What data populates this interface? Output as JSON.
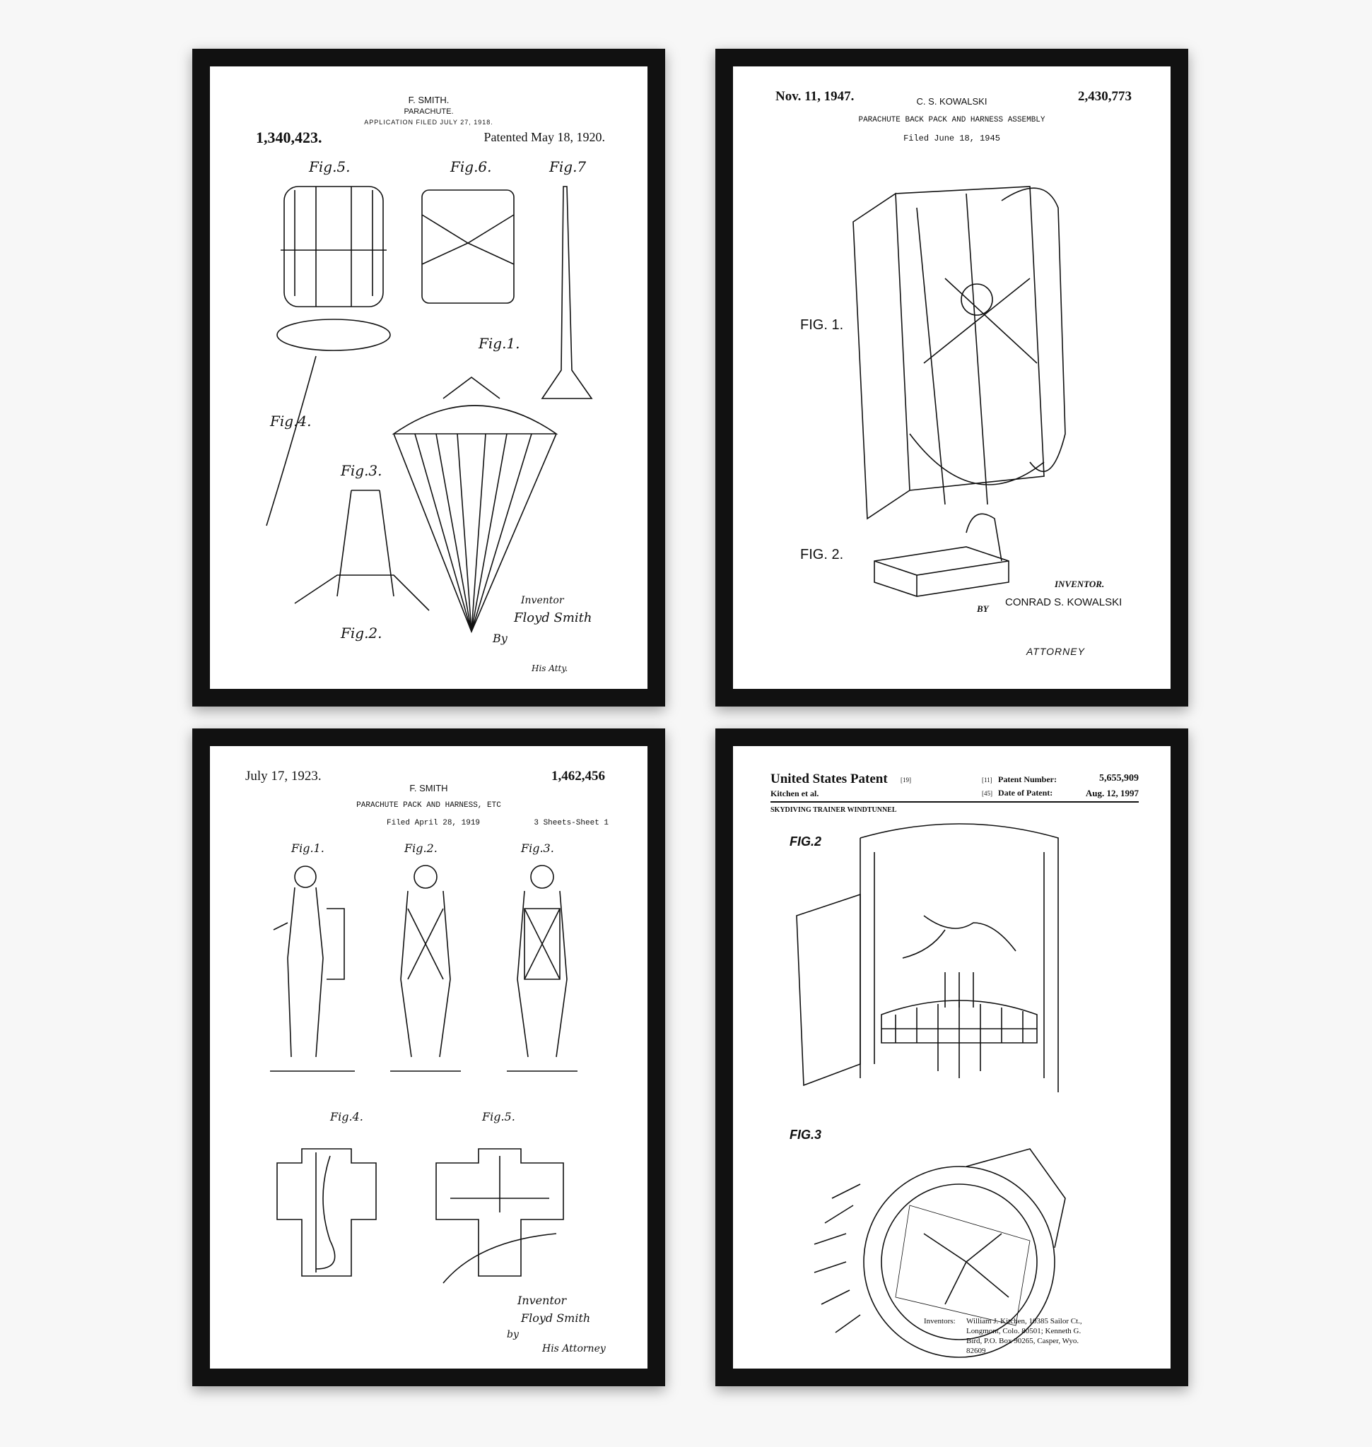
{
  "posters": [
    {
      "inventor_header": "F. SMITH.",
      "title": "PARACHUTE.",
      "filed": "APPLICATION FILED JULY 27, 1918.",
      "patent_number": "1,340,423.",
      "patented": "Patented May 18, 1920.",
      "figures": [
        "Fig.5.",
        "Fig.6.",
        "Fig.7",
        "Fig.1.",
        "Fig.4.",
        "Fig.3.",
        "Fig.2."
      ],
      "signature_label": "Inventor",
      "signature_name": "Floyd Smith",
      "by": "By",
      "attorney": "His Atty."
    },
    {
      "date": "Nov. 11, 1947.",
      "inventor_header": "C. S. KOWALSKI",
      "patent_number": "2,430,773",
      "title": "PARACHUTE BACK PACK AND HARNESS ASSEMBLY",
      "filed": "Filed June 18, 1945",
      "figures": [
        "FIG. 1.",
        "FIG. 2."
      ],
      "signature_label": "INVENTOR.",
      "signature_name": "CONRAD S. KOWALSKI",
      "by": "BY",
      "attorney": "ATTORNEY"
    },
    {
      "date": "July 17, 1923.",
      "inventor_header": "F. SMITH",
      "patent_number": "1,462,456",
      "title": "PARACHUTE PACK AND HARNESS, ETC",
      "filed": "Filed April 28, 1919",
      "sheets": "3 Sheets-Sheet 1",
      "figures": [
        "Fig.1.",
        "Fig.2.",
        "Fig.3.",
        "Fig.4.",
        "Fig.5."
      ],
      "signature_label": "Inventor",
      "signature_name": "Floyd Smith",
      "by": "by",
      "attorney": "His Attorney"
    },
    {
      "header": "United States Patent",
      "header_ref": "[19]",
      "assignee_line": "Kitchen et al.",
      "patent_number_ref": "[11]",
      "patent_number_label": "Patent Number:",
      "patent_number": "5,655,909",
      "date_ref": "[45]",
      "date_label": "Date of Patent:",
      "date": "Aug. 12, 1997",
      "title": "SKYDIVING TRAINER WINDTUNNEL",
      "figures": [
        "FIG.2",
        "FIG.3"
      ],
      "inventors_label": "Inventors:",
      "inventors_text_1": "William J. Kitchen, 10385 Sailor Ct.,",
      "inventors_text_2": "Longmont, Colo. 80501; Kenneth G.",
      "inventors_text_3": "Bird, P.O. Box 90265, Casper, Wyo.",
      "inventors_text_4": "82609"
    }
  ]
}
